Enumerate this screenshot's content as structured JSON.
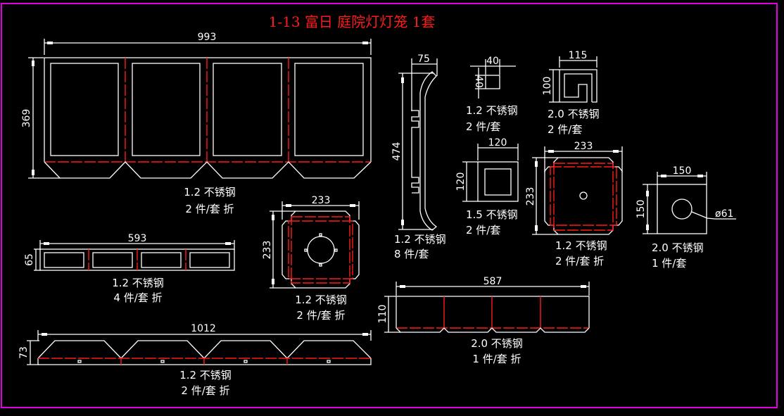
{
  "drawing": {
    "title": "1-13 富日 庭院灯灯笼 1套",
    "colors": {
      "title": "#ff1a1a",
      "lines": "#ffffff",
      "fold_lines": "#ff1a1a",
      "frame": "#e000e0",
      "background": "#000000"
    },
    "parts": [
      {
        "id": "front-panel",
        "dims": {
          "width": "993",
          "height": "369"
        },
        "material": "1.2 不锈钢",
        "qty": "2 件/套 折"
      },
      {
        "id": "strip-593",
        "dims": {
          "width": "593",
          "height": "65"
        },
        "material": "1.2 不锈钢",
        "qty": "4 件/套 折"
      },
      {
        "id": "base-1012",
        "dims": {
          "width": "1012",
          "height": "73"
        },
        "material": "1.2 不锈钢",
        "qty": "2 件/套 折"
      },
      {
        "id": "cap-233-holes",
        "dims": {
          "width": "233",
          "height": "233"
        },
        "material": "1.2 不锈钢",
        "qty": "2 件/套 折"
      },
      {
        "id": "leg-profile",
        "dims": {
          "width": "75",
          "height": "474"
        },
        "material": "1.2 不锈钢",
        "qty": "8 件/套"
      },
      {
        "id": "square-40",
        "dims": {
          "width": "40",
          "height": "40"
        },
        "material": "1.2 不锈钢",
        "qty": "2 件/套"
      },
      {
        "id": "hook-115",
        "dims": {
          "width": "115",
          "height": "100"
        },
        "material": "2.0 不锈钢",
        "qty": "2 件/套"
      },
      {
        "id": "frame-120",
        "dims": {
          "width": "120",
          "height": "120"
        },
        "material": "1.5 不锈钢",
        "qty": "2 件/套"
      },
      {
        "id": "cap-233-center",
        "dims": {
          "width": "233",
          "height": "233"
        },
        "material": "1.2 不锈钢",
        "qty": "2 件/套 折"
      },
      {
        "id": "plate-150",
        "dims": {
          "width": "150",
          "height": "150",
          "hole": "ø61"
        },
        "material": "2.0 不锈钢",
        "qty": "1 件/套"
      },
      {
        "id": "tray-587",
        "dims": {
          "width": "587",
          "height": "110"
        },
        "material": "2.0 不锈钢",
        "qty": "1 件/套 折"
      }
    ]
  }
}
